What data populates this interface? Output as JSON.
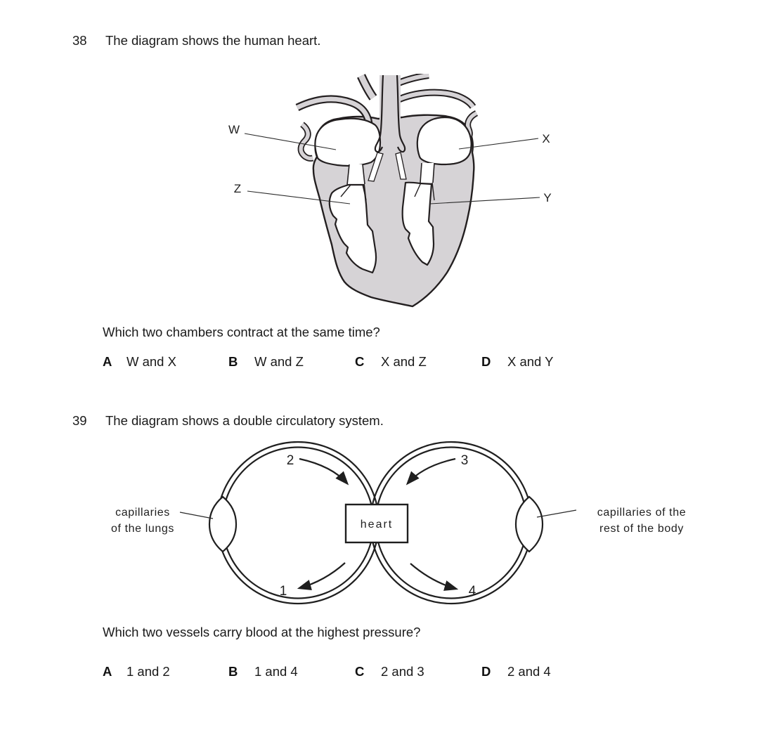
{
  "colors": {
    "heart_fill": "#d6d3d6",
    "outline": "#231f20",
    "text": "#1a1a1a"
  },
  "questions": [
    {
      "number": "38",
      "statement": "The diagram shows the human heart.",
      "prompt": "Which two chambers contract at the same time?",
      "options": [
        {
          "letter": "A",
          "text": "W and X"
        },
        {
          "letter": "B",
          "text": "W and Z"
        },
        {
          "letter": "C",
          "text": "X and Z"
        },
        {
          "letter": "D",
          "text": "X and Y"
        }
      ],
      "figure": {
        "type": "heart-cross-section",
        "labels": {
          "W": "W",
          "X": "X",
          "Y": "Y",
          "Z": "Z"
        }
      }
    },
    {
      "number": "39",
      "statement": "The diagram shows a double circulatory system.",
      "prompt": "Which two vessels carry blood at the highest pressure?",
      "options": [
        {
          "letter": "A",
          "text": "1 and 2"
        },
        {
          "letter": "B",
          "text": "1 and 4"
        },
        {
          "letter": "C",
          "text": "2 and 3"
        },
        {
          "letter": "D",
          "text": "2 and 4"
        }
      ],
      "figure": {
        "type": "double-circulation",
        "heart_box": "heart",
        "left_capillaries_label": [
          "capillaries",
          "of the lungs"
        ],
        "right_capillaries_label": [
          "capillaries of the",
          "rest of the body"
        ],
        "vessel_numbers": [
          "1",
          "2",
          "3",
          "4"
        ]
      }
    }
  ]
}
